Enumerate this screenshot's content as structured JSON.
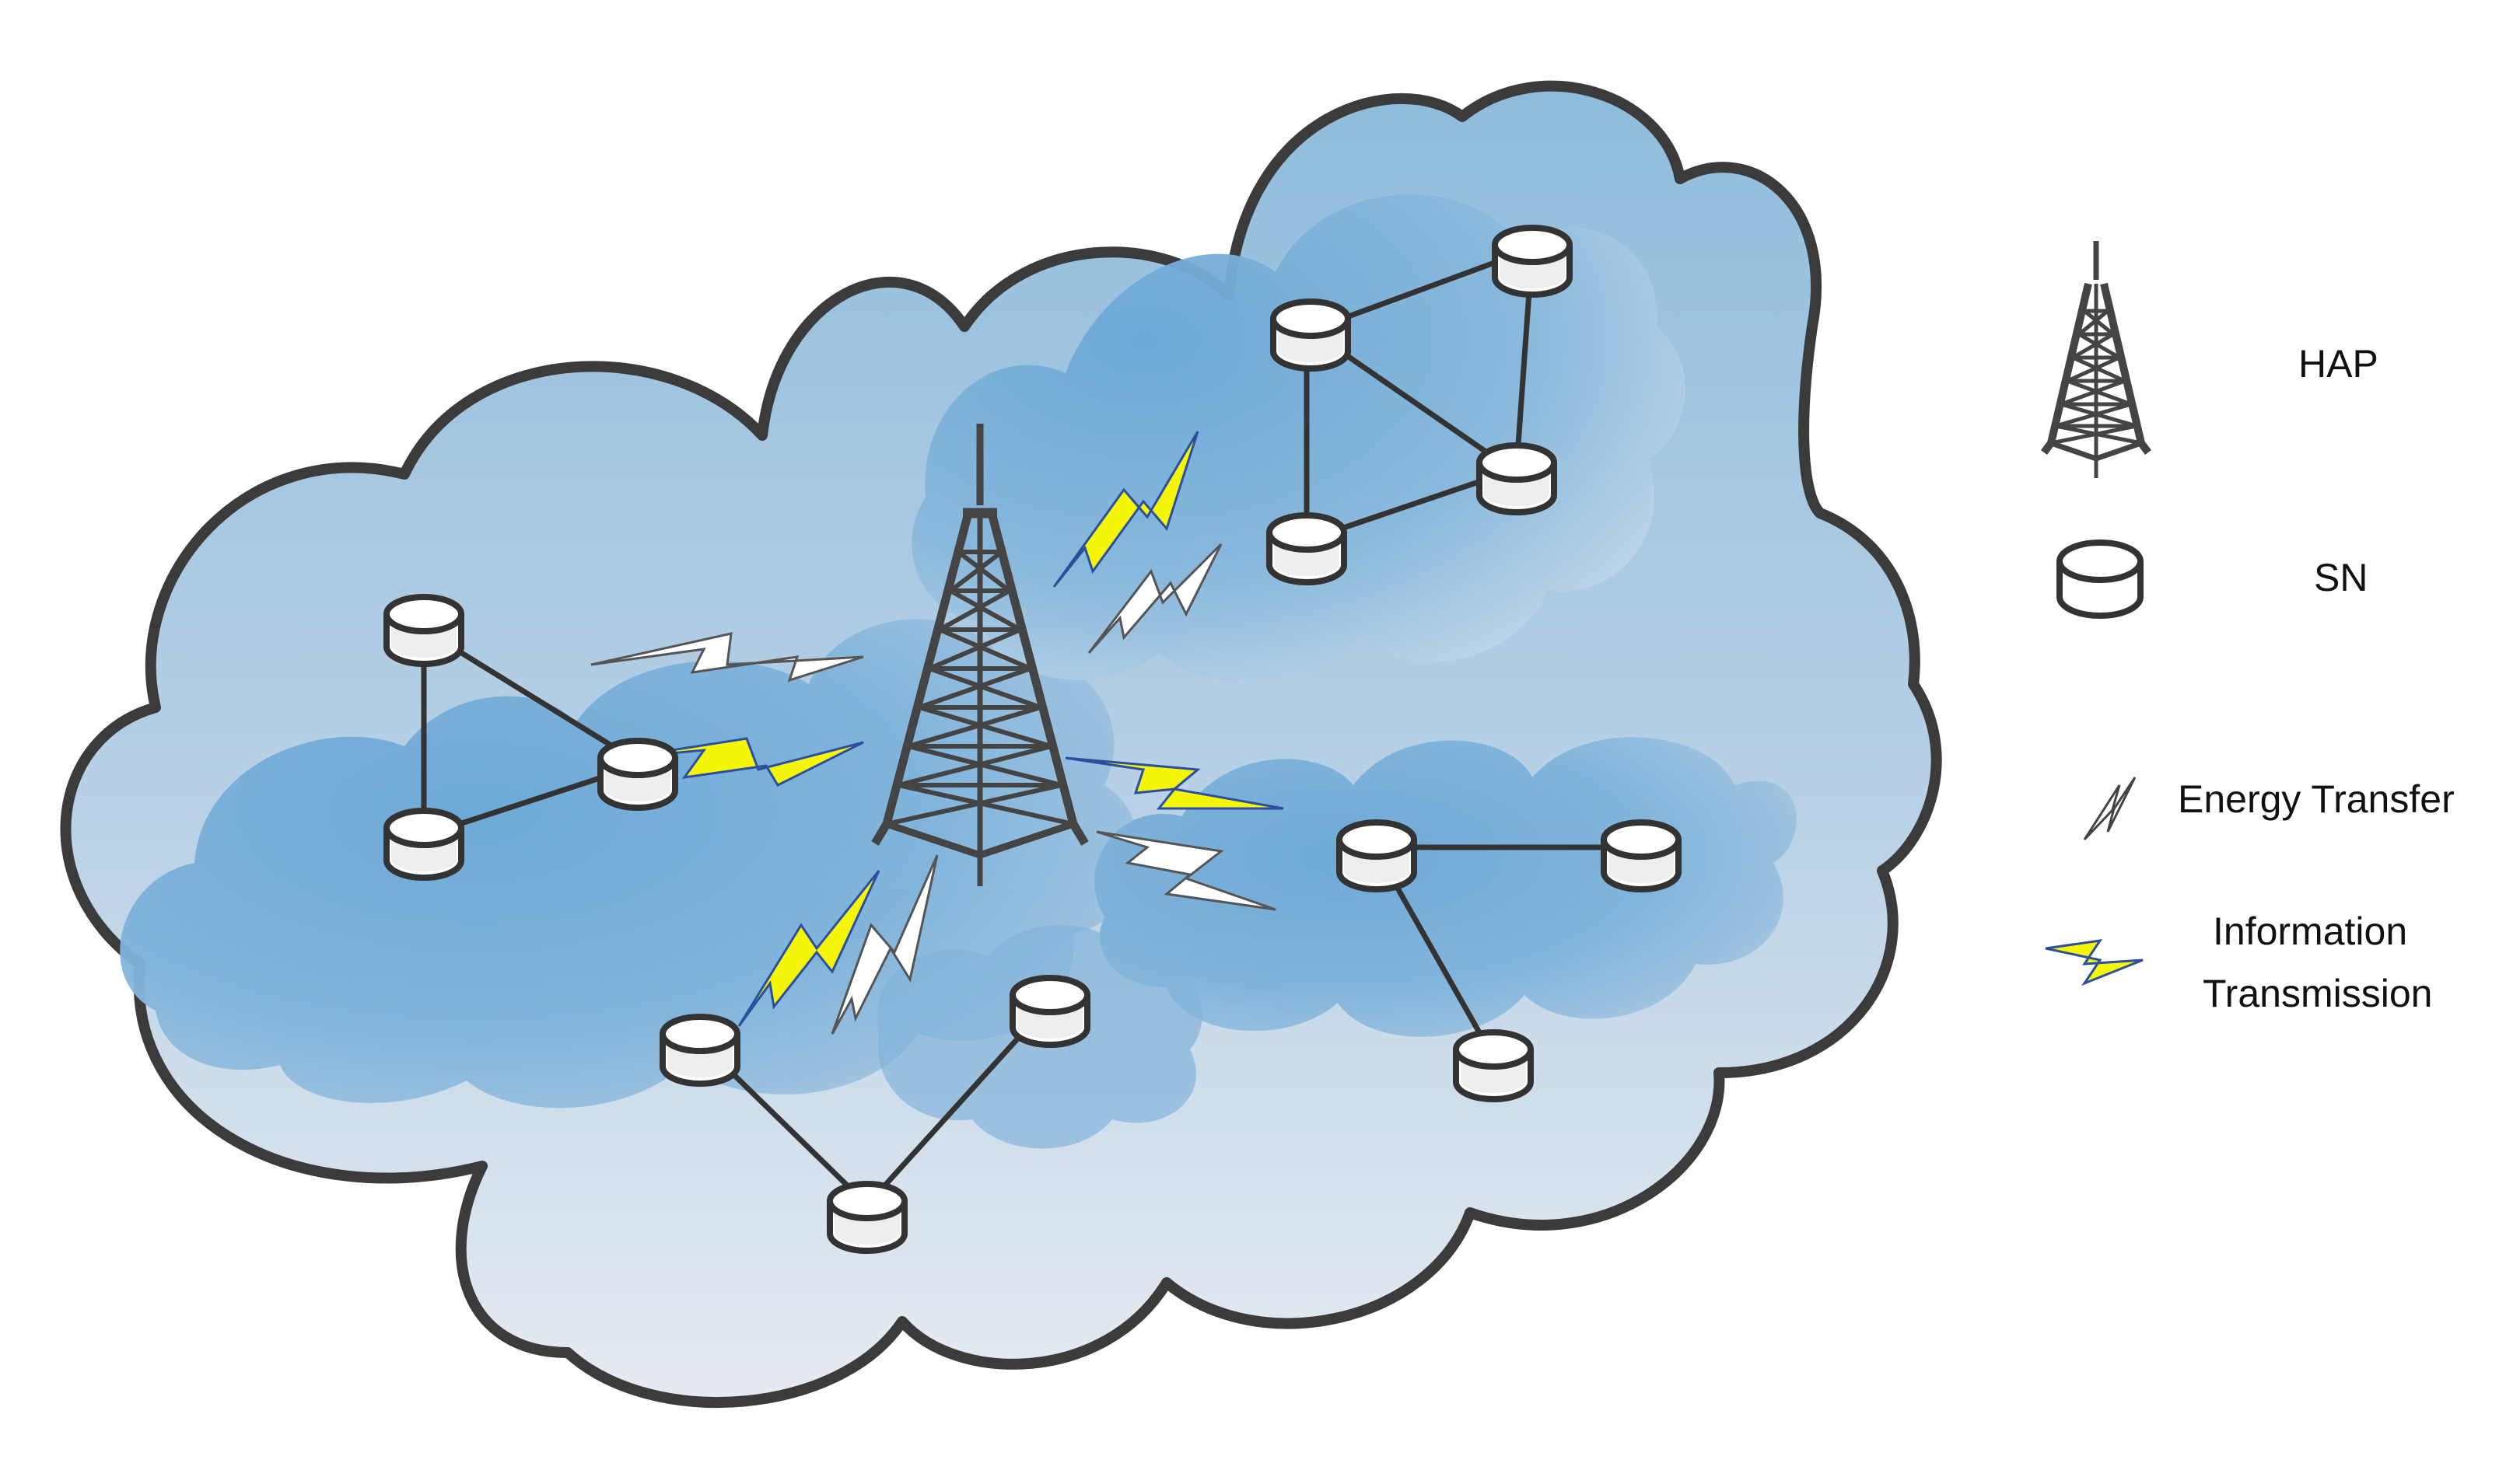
{
  "diagram": {
    "legend": {
      "hap": {
        "label": "HAP",
        "icon": "tower-icon"
      },
      "sn": {
        "label": "SN",
        "icon": "sensor-node-icon"
      },
      "energy": {
        "label": "Energy Transfer",
        "icon": "white-lightning-icon"
      },
      "info": {
        "line1": "Information",
        "line2": "Transmission",
        "icon": "yellow-lightning-icon"
      }
    },
    "colors": {
      "cloud_outline": "#3b3b3b",
      "sky_top": "#8fbcdc",
      "sky_bottom": "#e6ebf1",
      "inner_cloud": "#73addb",
      "info_bolt": "#f5f507",
      "info_bolt_edge": "#2b4f9e",
      "energy_bolt": "#ffffff",
      "node_fill": "#ffffff",
      "tower": "#444444"
    },
    "clusters": [
      "left",
      "top-right",
      "bottom-middle",
      "right"
    ]
  }
}
